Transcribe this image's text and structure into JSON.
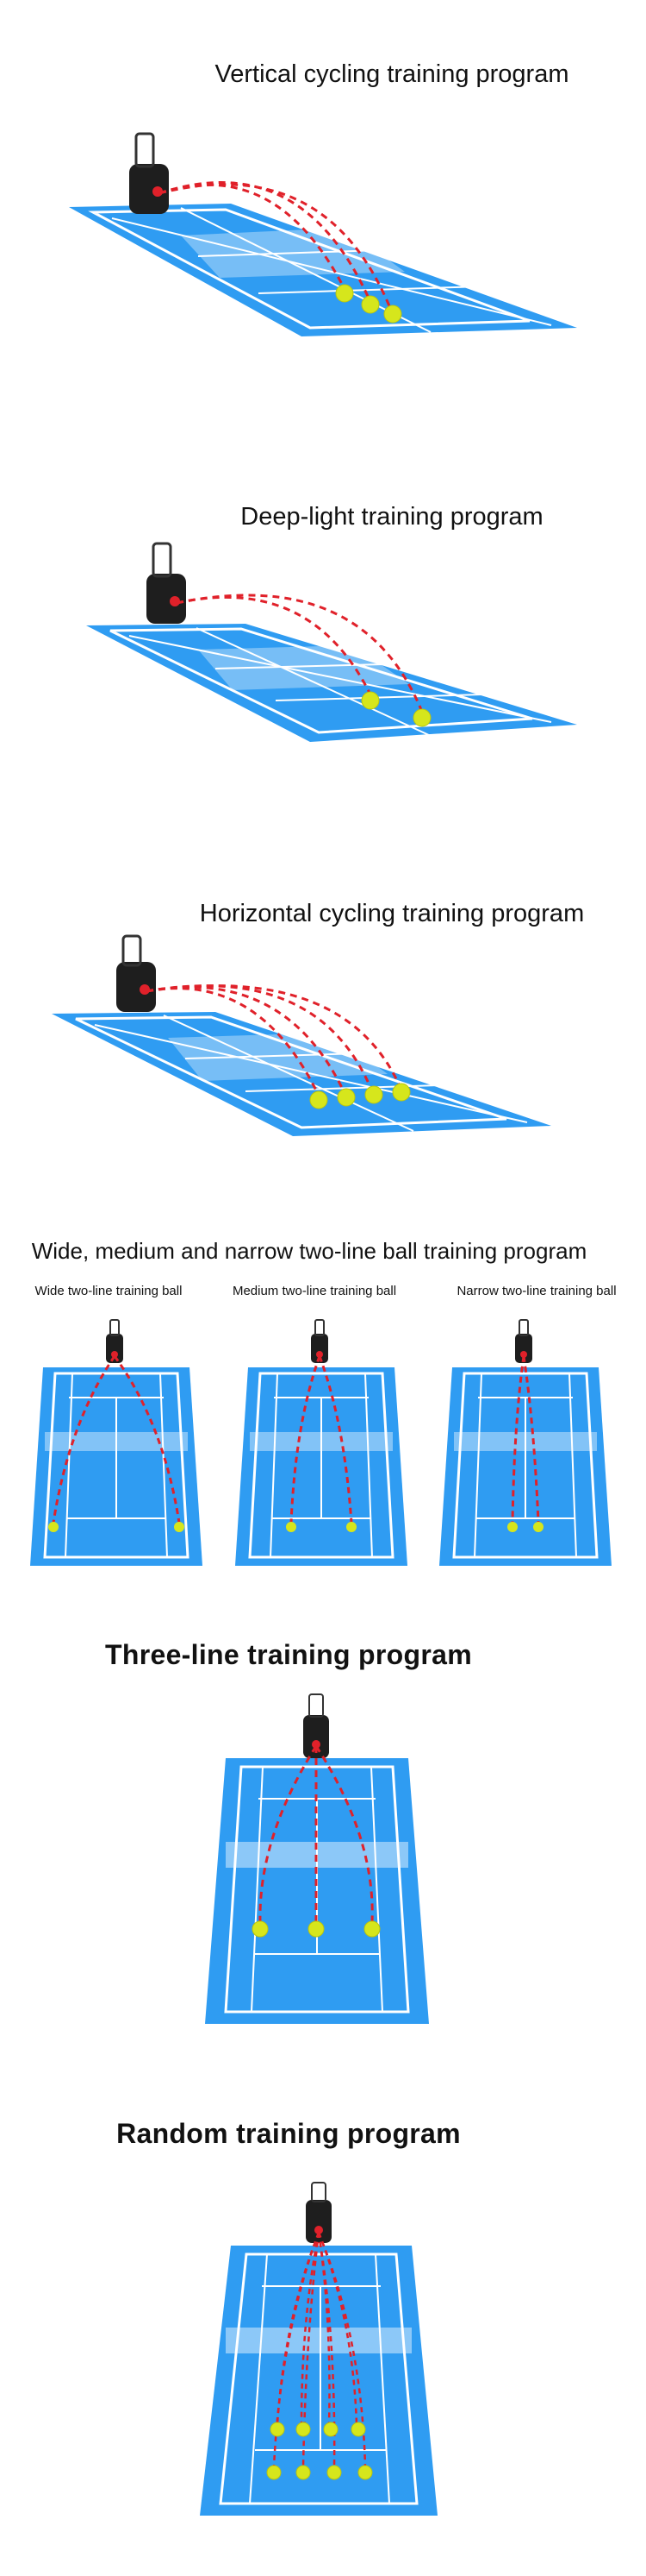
{
  "programs": {
    "vertical": {
      "title": "Vertical cycling training program"
    },
    "deep_light": {
      "title": "Deep-light training program"
    },
    "horizontal": {
      "title": "Horizontal cycling training program"
    },
    "two_line": {
      "title": "Wide, medium and narrow two-line ball training program",
      "variants": [
        {
          "label": "Wide two-line training ball"
        },
        {
          "label": "Medium two-line training ball"
        },
        {
          "label": "Narrow two-line training ball"
        }
      ]
    },
    "three_line": {
      "title": "Three-line training program"
    },
    "random": {
      "title": "Random training program"
    }
  },
  "colors": {
    "court": "#2f9cf2",
    "court_dark": "#1f87e0",
    "lines": "#ffffff",
    "trajectory": "#e0212a",
    "ball": "#d6e61c",
    "machine": "#1e1e1e"
  },
  "icons": [
    "ball-machine-icon",
    "tennis-ball-icon"
  ]
}
